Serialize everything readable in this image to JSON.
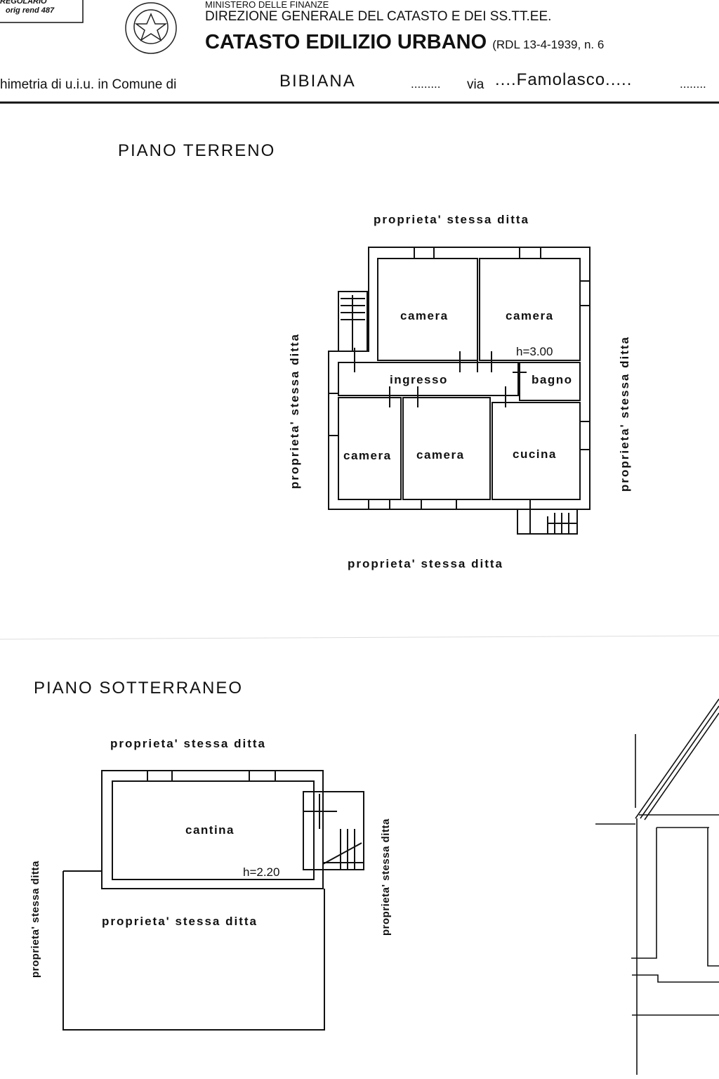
{
  "header": {
    "stamp_line1": "REGOLARIO",
    "stamp_line2": "orig rend 487",
    "ministry": "MINISTERO DELLE FINANZE",
    "direction": "DIREZIONE GENERALE DEL CATASTO E DEI SS.TT.EE.",
    "title": "CATASTO EDILIZIO URBANO",
    "law_ref": "(RDL 13-4-1939, n. 6",
    "plan_label": "himetria di u.i.u. in Comune di",
    "comune": "BIBIANA",
    "dots1": ".........",
    "via_label": "via",
    "via_value": "....Famolasco.....",
    "dots2": "........"
  },
  "ground_floor": {
    "title": "PIANO    TERRENO",
    "neighbor_top": "proprieta'   stessa   ditta",
    "neighbor_bottom": "proprieta'   stessa   ditta",
    "neighbor_left": "proprieta'   stessa   ditta",
    "neighbor_right": "proprieta'   stessa   ditta",
    "height": "h=3.00",
    "rooms": [
      "camera",
      "camera",
      "ingresso",
      "bagno",
      "camera",
      "camera",
      "cucina"
    ]
  },
  "basement": {
    "title": "PIANO  SOTTERRANEO",
    "neighbor_top": "proprieta'  stessa   ditta",
    "neighbor_left": "proprieta' stessa ditta",
    "neighbor_right": "proprieta' stessa ditta",
    "neighbor_below": "proprieta'  stessa  ditta",
    "room": "cantina",
    "height": "h=2.20"
  }
}
